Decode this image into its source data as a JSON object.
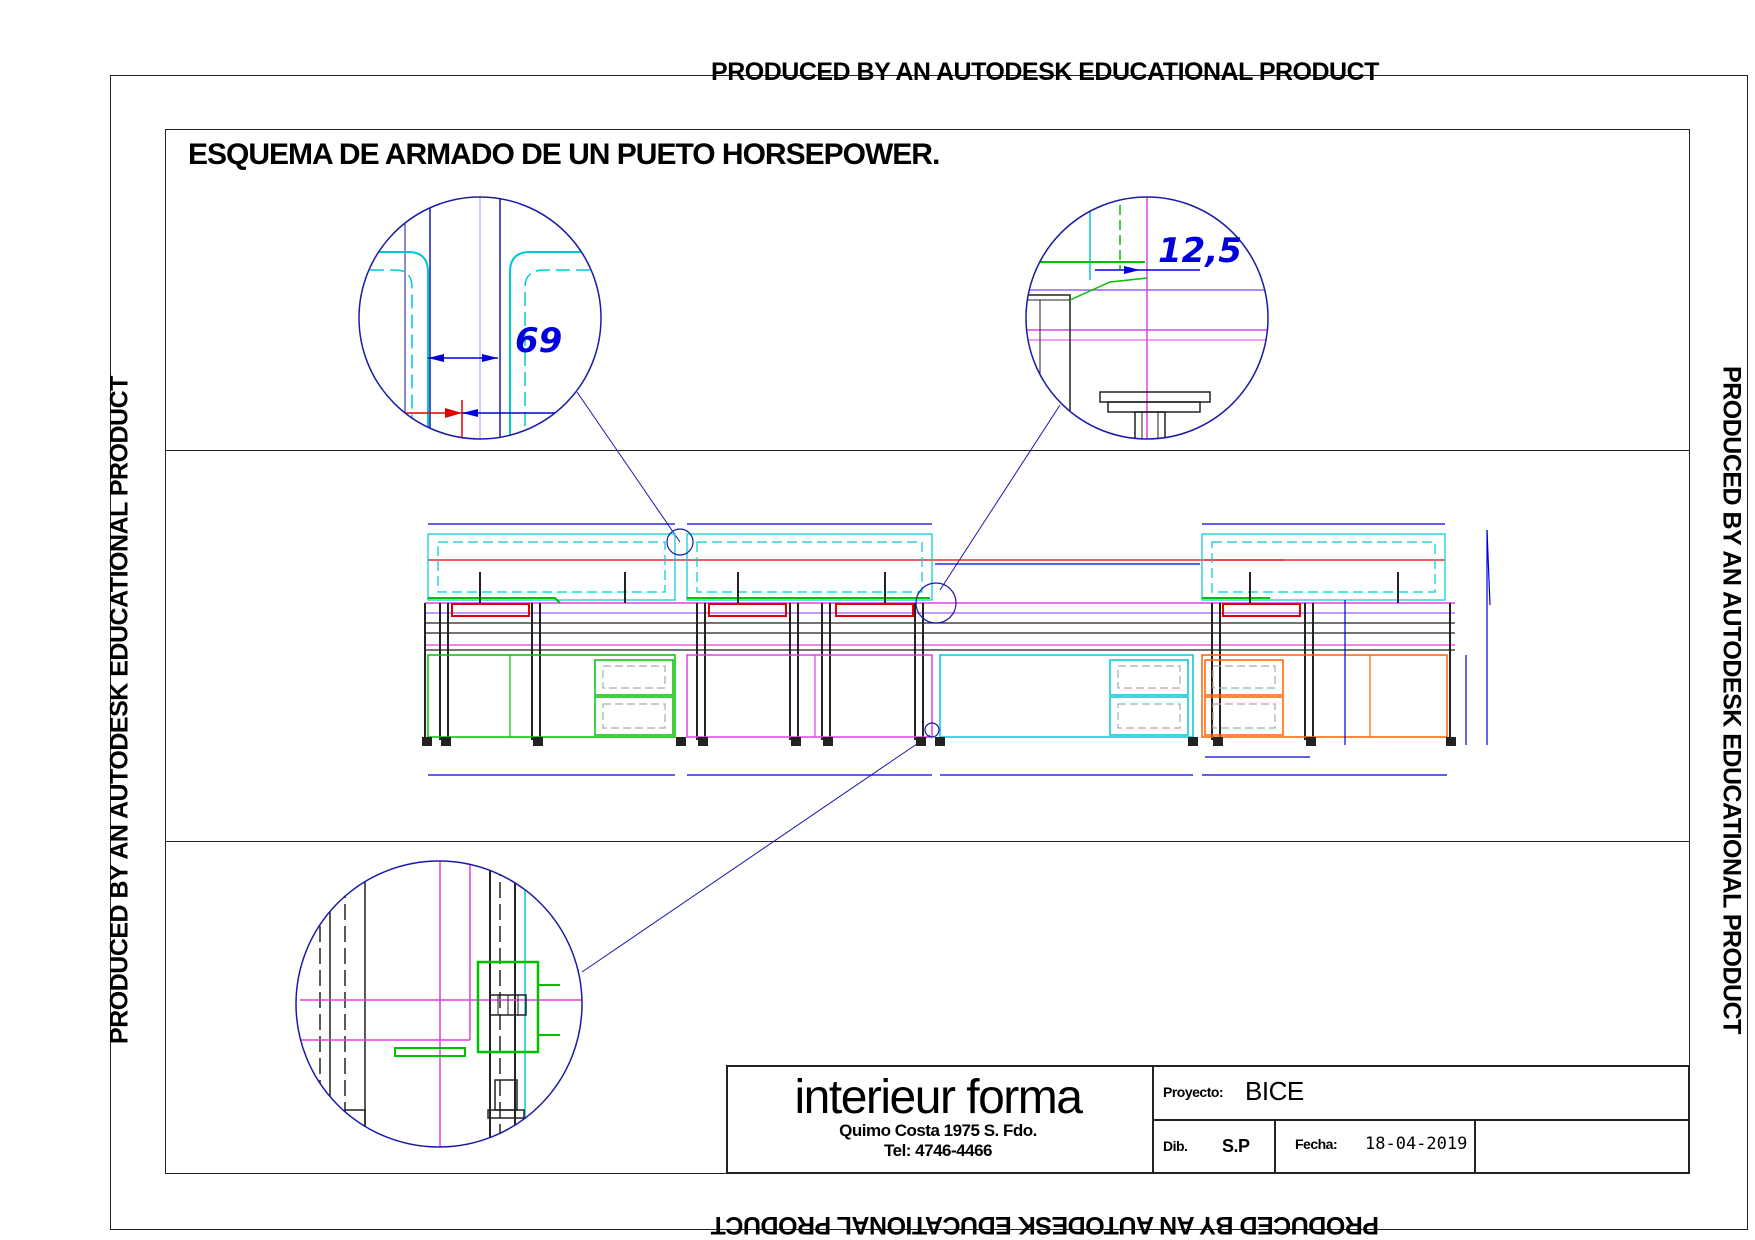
{
  "watermark": {
    "text": "PRODUCED BY AN AUTODESK EDUCATIONAL PRODUCT"
  },
  "drawing": {
    "title": "ESQUEMA DE ARMADO DE UN PUETO HORSEPOWER.",
    "detail_callouts": {
      "detail_1": "69",
      "detail_2": "12,5"
    }
  },
  "title_block": {
    "company": "interieur forma",
    "address_line_1": "Quimo Costa 1975 S. Fdo.",
    "address_line_2": "Tel: 4746-4466",
    "project_label": "Proyecto:",
    "project_value": "BICE",
    "drawn_label": "Dib.",
    "drawn_value": "S.P",
    "date_label": "Fecha:",
    "date_value": "18-04-2019"
  },
  "colors": {
    "frame": "#222222",
    "detail_circle": "#1a1aa8",
    "dimension": "#0000dd",
    "cyan": "#00c8d8",
    "magenta": "#e040e0",
    "green": "#00c000",
    "red": "#e00000",
    "orange": "#ff6000"
  }
}
